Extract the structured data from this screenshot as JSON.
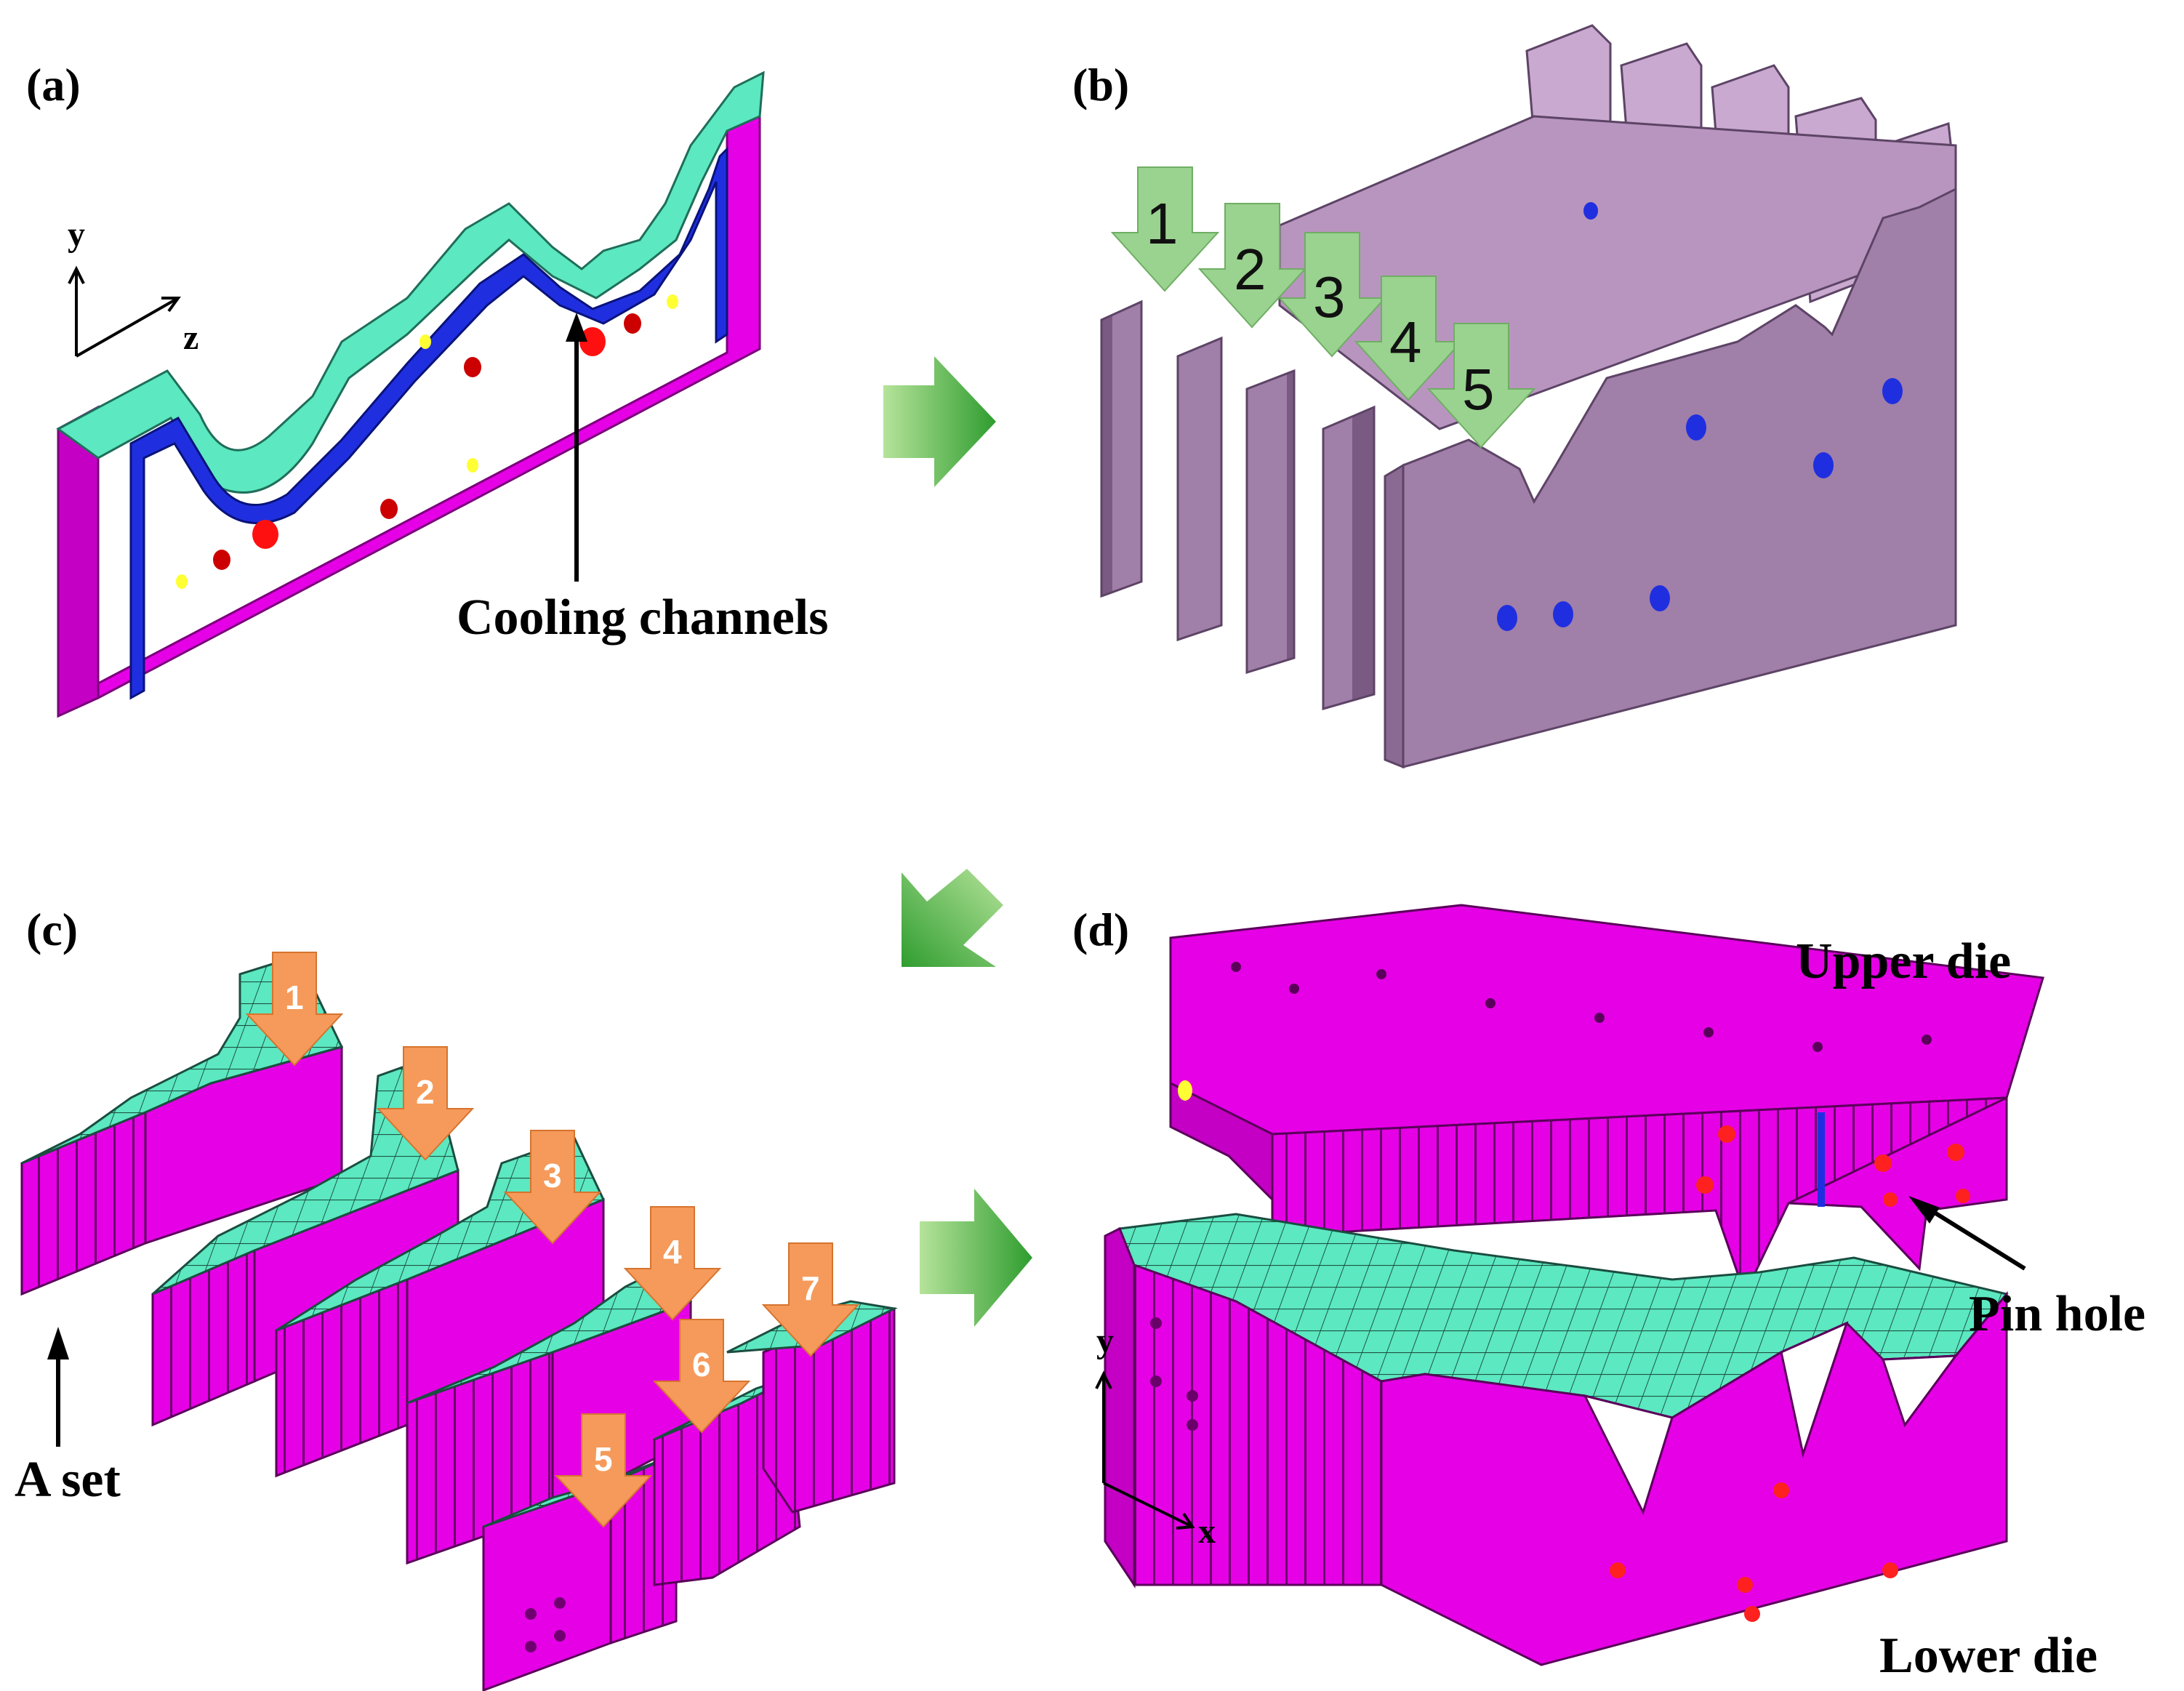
{
  "panels": {
    "a": {
      "label": "(a)",
      "callout": "Cooling channels",
      "axis_y": "y",
      "axis_z": "z"
    },
    "b": {
      "label": "(b)",
      "steps": [
        "1",
        "2",
        "3",
        "4",
        "5"
      ]
    },
    "c": {
      "label": "(c)",
      "steps": [
        "1",
        "2",
        "3",
        "4",
        "5",
        "6",
        "7"
      ],
      "callout": "A set"
    },
    "d": {
      "label": "(d)",
      "upper": "Upper die",
      "lower": "Lower die",
      "pin": "Pin hole",
      "axis_y": "y",
      "axis_x": "x"
    }
  },
  "colors": {
    "magenta": "#e600e6",
    "magenta_dark": "#b000b0",
    "cyan": "#5ce8c0",
    "blue_channel": "#1f2fe0",
    "lilac": "#a07fa8",
    "lilac_top": "#c9a9cf",
    "green_arrow": "#9ad28f",
    "orange_arrow": "#f59a5a",
    "flow_arrow": "#3aa83a"
  }
}
